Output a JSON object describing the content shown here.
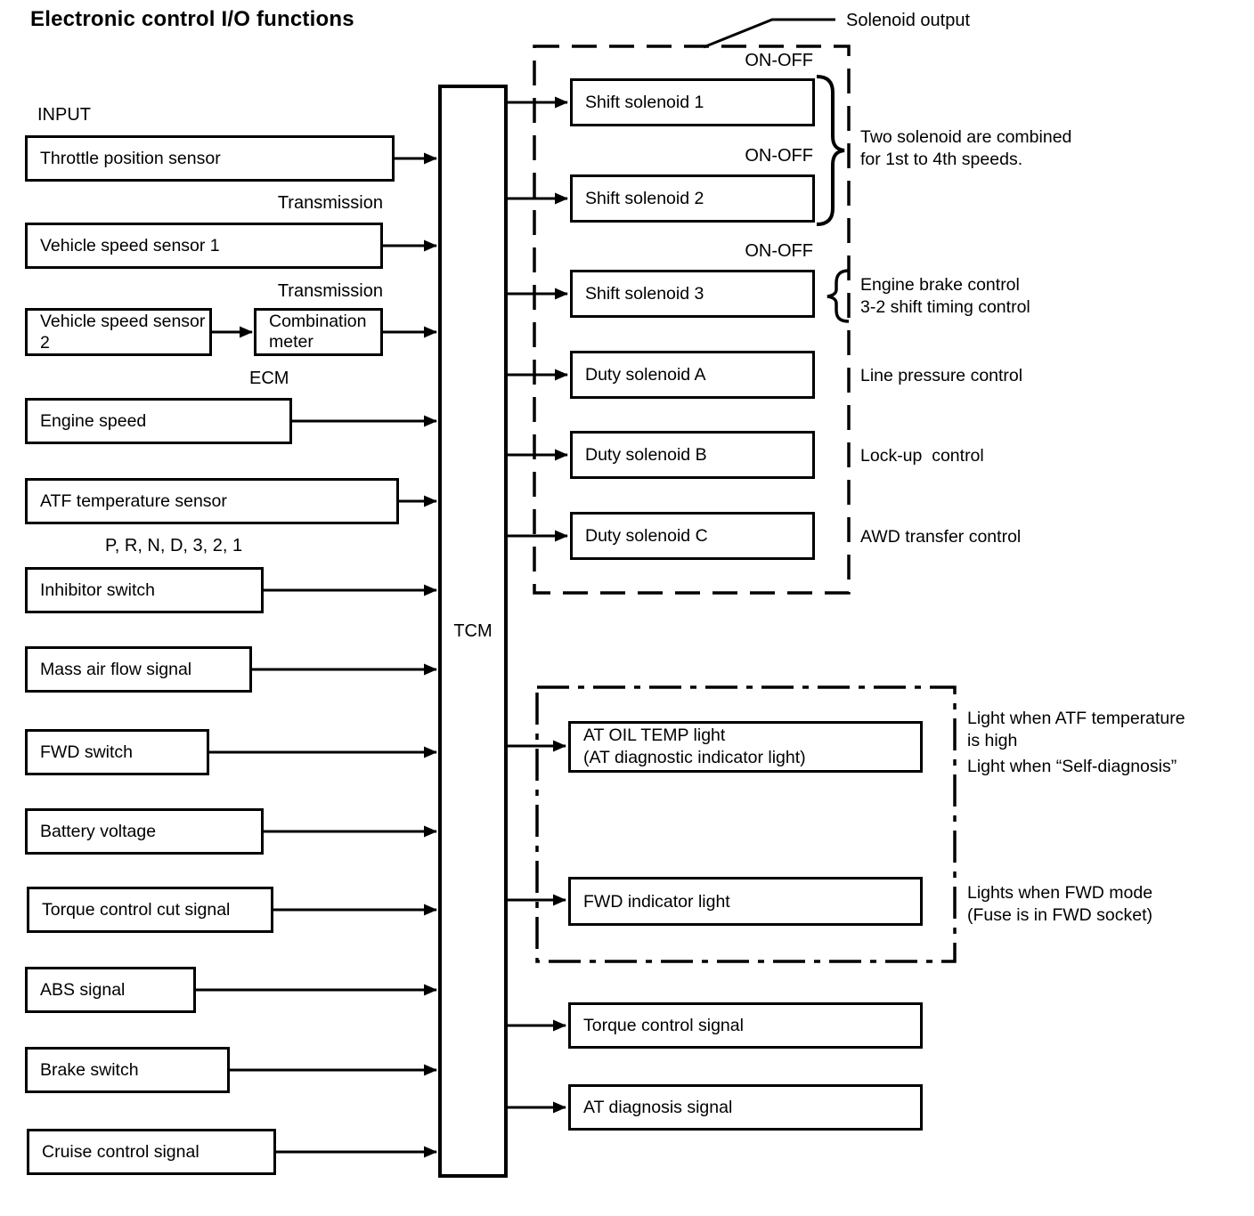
{
  "title": "Electronic control I/O functions",
  "section_labels": {
    "input": "INPUT",
    "solenoid_output": "Solenoid output",
    "tcm": "TCM"
  },
  "tags": {
    "transmission_vss1": "Transmission",
    "transmission_meter": "Transmission",
    "ecm": "ECM",
    "gear_positions": "P, R, N, D, 3, 2, 1",
    "on_off_1": "ON-OFF",
    "on_off_2": "ON-OFF",
    "on_off_3": "ON-OFF"
  },
  "inputs": [
    "Throttle position sensor",
    "Vehicle speed sensor 1",
    "Vehicle speed sensor 2",
    "Engine speed",
    "ATF temperature sensor",
    "Inhibitor switch",
    "Mass air flow signal",
    "FWD switch",
    "Battery voltage",
    "Torque control cut signal",
    "ABS signal",
    "Brake switch",
    "Cruise control signal"
  ],
  "combination_meter": "Combination meter",
  "outputs": {
    "solenoids": [
      "Shift solenoid 1",
      "Shift solenoid 2",
      "Shift solenoid 3",
      "Duty solenoid A",
      "Duty solenoid B",
      "Duty solenoid C"
    ],
    "indicators": [
      {
        "line1": "AT OIL TEMP light",
        "line2": "(AT diagnostic indicator light)"
      },
      {
        "line1": "FWD indicator light"
      }
    ],
    "signals": [
      "Torque control signal",
      "AT diagnosis signal"
    ]
  },
  "annotations": {
    "two_solenoid_1": "Two solenoid are combined",
    "two_solenoid_2": "for 1st to 4th speeds.",
    "engine_brake_1": "Engine brake control",
    "engine_brake_2": "3-2 shift timing control",
    "line_pressure": "Line pressure control",
    "lock_up": "Lock-up  control",
    "awd_transfer": "AWD transfer control",
    "atf_light_1": "Light when ATF temperature",
    "atf_light_2": "is high",
    "self_diag": "Light when “Self-diagnosis”",
    "fwd_mode_1": "Lights when FWD mode",
    "fwd_mode_2": "(Fuse is in FWD socket)"
  },
  "colors": {
    "ink": "#000000",
    "paper": "#ffffff"
  }
}
